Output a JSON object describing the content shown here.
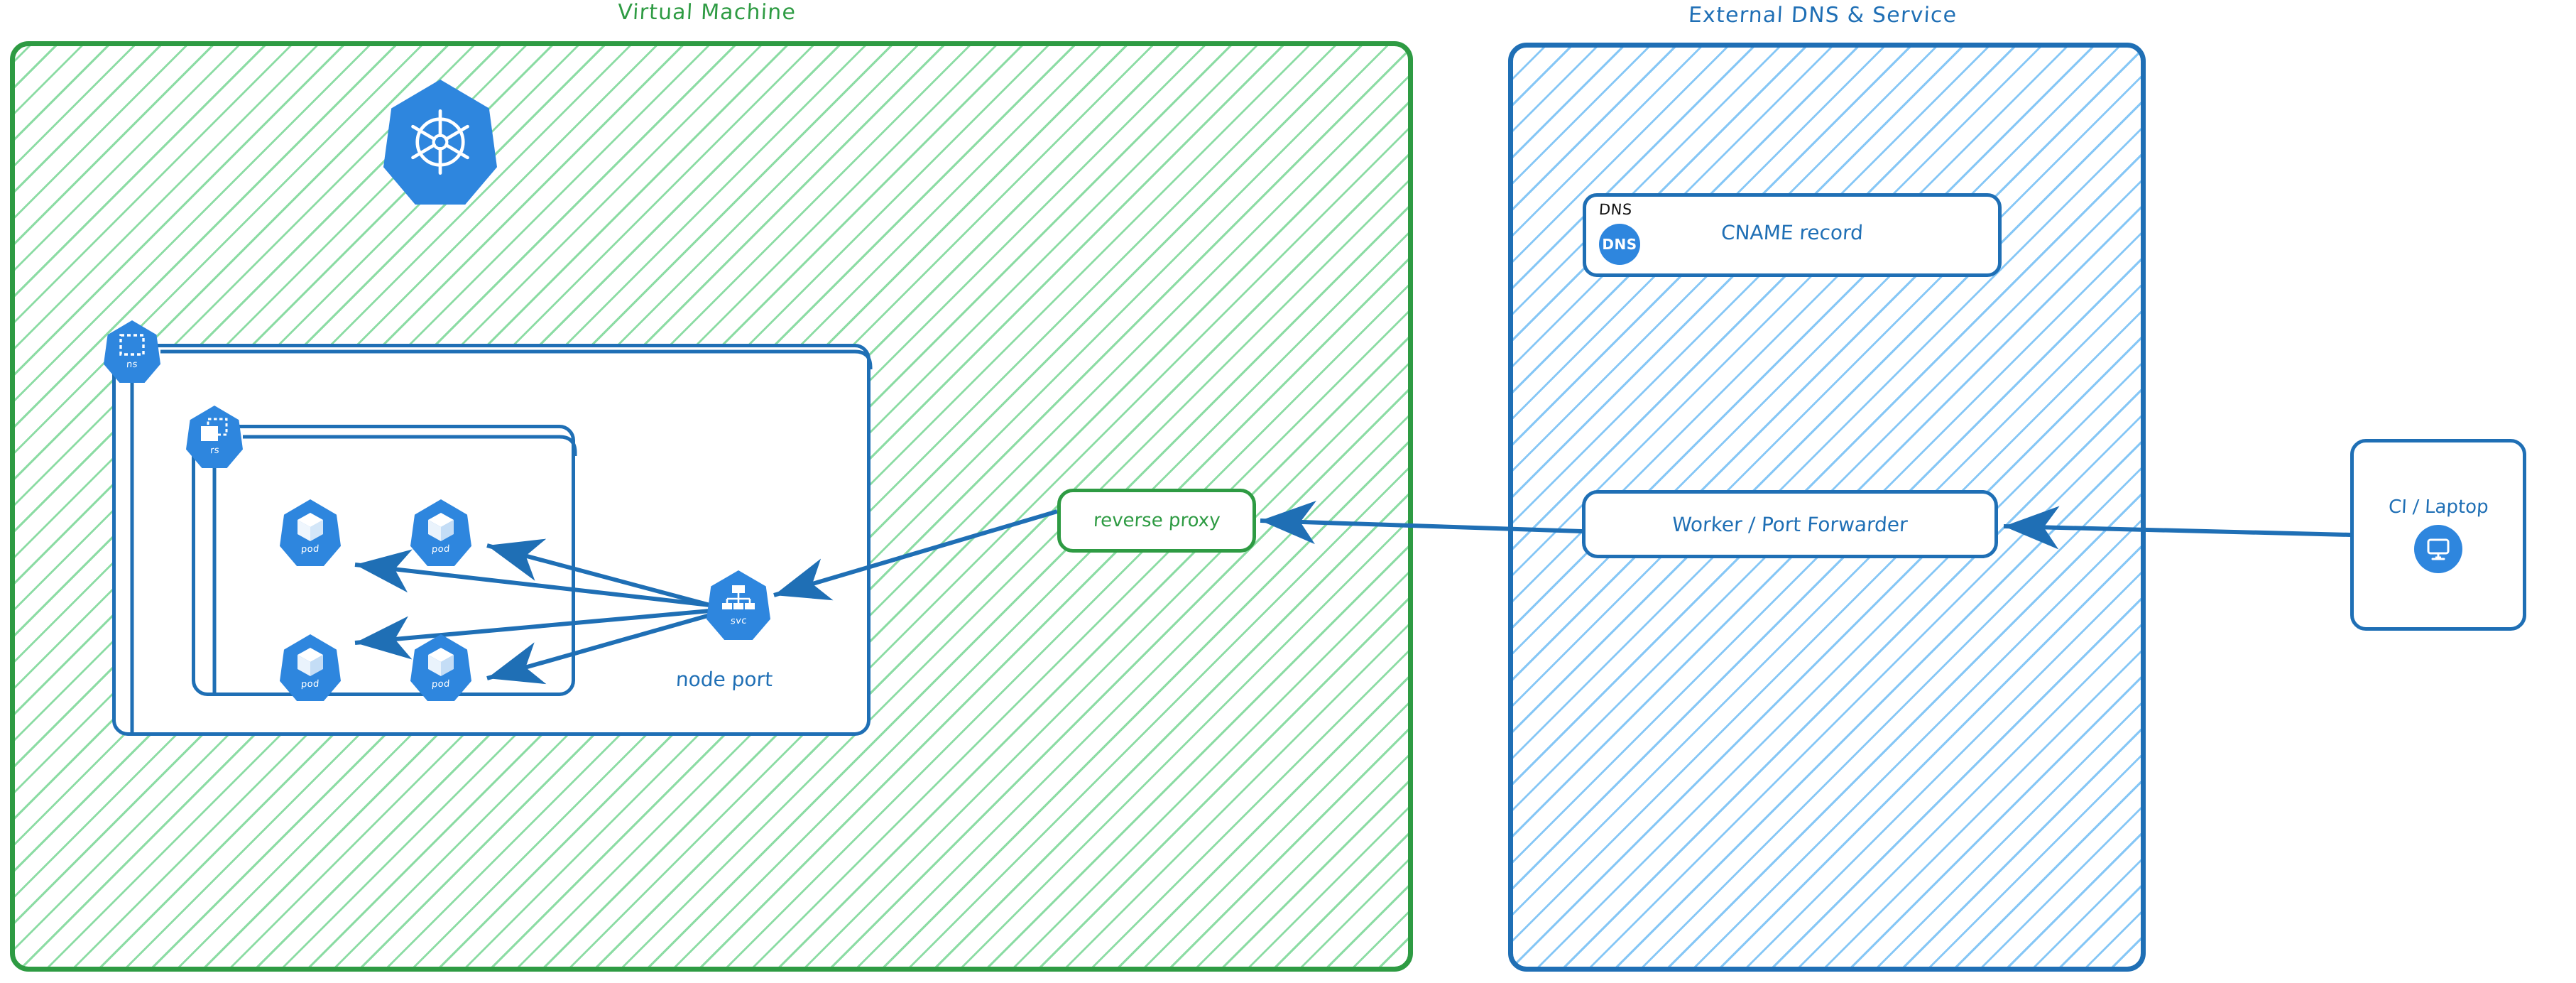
{
  "diagram": {
    "panels": [
      {
        "id": "vm",
        "title": "Virtual Machine",
        "border_color": "#2E9B43",
        "hatch_color": "#78D694"
      },
      {
        "id": "dns",
        "title": "External DNS & Service",
        "border_color": "#1F6FB5",
        "hatch_color": "#80C4F5"
      }
    ],
    "vm": {
      "k8s_logo_name": "kubernetes-wheel-logo",
      "namespace_badge": {
        "label": "ns",
        "icon": "dashed-square-icon"
      },
      "replicaset_badge": {
        "label": "rs",
        "icon": "dashed-square-with-sheet-icon"
      },
      "pods": [
        {
          "label": "pod",
          "icon": "cube-icon"
        },
        {
          "label": "pod",
          "icon": "cube-icon"
        },
        {
          "label": "pod",
          "icon": "cube-icon"
        },
        {
          "label": "pod",
          "icon": "cube-icon"
        }
      ],
      "service_badge": {
        "label": "svc",
        "icon": "org-chart-icon"
      },
      "node_port_label": "node port",
      "reverse_proxy_label": "reverse proxy"
    },
    "external": {
      "dns_card": {
        "kicker": "DNS",
        "badge_text": "DNS",
        "title": "CNAME record"
      },
      "worker_label": "Worker / Port Forwarder"
    },
    "client": {
      "label": "CI / Laptop",
      "icon": "desktop-monitor-icon"
    },
    "colors": {
      "green_border": "#2E9B43",
      "green_hatch": "#78D694",
      "blue_border": "#1F6FB5",
      "blue_hatch": "#80C4F5",
      "k8s_blue": "#2E86DE",
      "arrow_blue": "#1F6FB5"
    }
  }
}
